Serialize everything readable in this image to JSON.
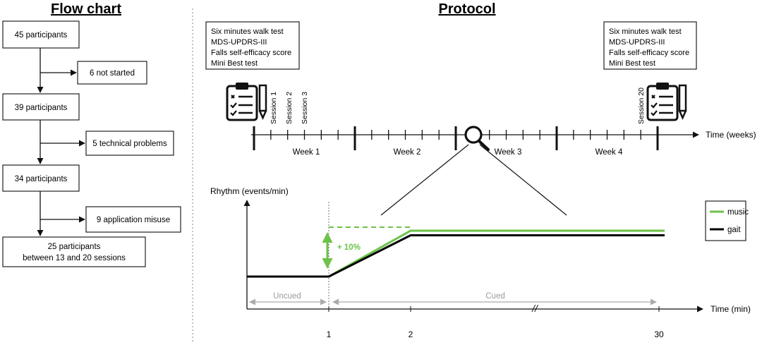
{
  "flowchart": {
    "title": "Flow chart",
    "steps": [
      {
        "label": "45 participants"
      },
      {
        "label": "6 not started"
      },
      {
        "label": "39 participants"
      },
      {
        "label": "5 technical problems"
      },
      {
        "label": "34 participants"
      },
      {
        "label": "9 application misuse"
      },
      {
        "label_line1": "25 participants",
        "label_line2": "between 13 and 20 sessions"
      }
    ]
  },
  "protocol": {
    "title": "Protocol",
    "assessments_start": [
      "Six minutes walk test",
      "MDS-UPDRS-III",
      "Falls self-efficacy score",
      "Mini Best test"
    ],
    "assessments_end": [
      "Six minutes walk test",
      "MDS-UPDRS-III",
      "Falls self-efficacy score",
      "Mini Best test"
    ],
    "timeline_axis_label": "Time (weeks)",
    "weeks": [
      "Week 1",
      "Week 2",
      "Week 3",
      "Week 4"
    ],
    "session_labels": [
      "Session 1",
      "Session 2",
      "Session 3",
      "Session 20"
    ],
    "icons": {
      "clipboard": "clipboard-checklist-icon",
      "pencil": "pencil-icon",
      "zoom": "magnifier-icon"
    }
  },
  "chart_data": {
    "type": "line",
    "ylabel": "Rhythm (events/min)",
    "xlabel": "Time (min)",
    "x_ticks": [
      "1",
      "2",
      "30"
    ],
    "series": [
      {
        "name": "music",
        "color": "#6cc24a",
        "points": [
          [
            0,
            0
          ],
          [
            1,
            0
          ],
          [
            2,
            10
          ],
          [
            30,
            10
          ]
        ]
      },
      {
        "name": "gait",
        "color": "#000000",
        "points": [
          [
            0,
            0
          ],
          [
            1,
            0
          ],
          [
            2,
            9
          ],
          [
            30,
            9
          ]
        ]
      }
    ],
    "annotation": "+ 10%",
    "phases": [
      {
        "label": "Uncued"
      },
      {
        "label": "Cued"
      }
    ],
    "axis_break": "//"
  }
}
